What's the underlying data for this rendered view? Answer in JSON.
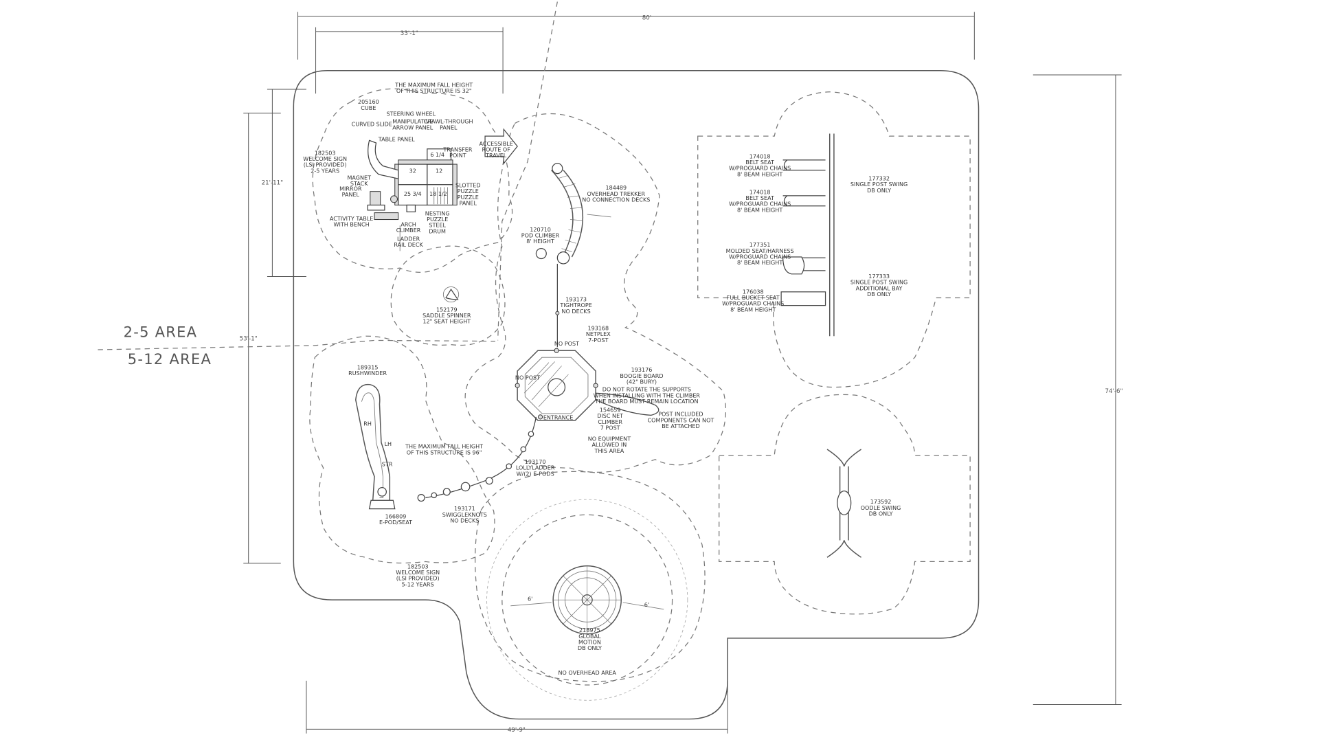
{
  "area_labels": {
    "upper": "2-5 AREA",
    "lower": "5-12 AREA"
  },
  "dimensions": {
    "overall_width": "80'",
    "top_left_width": "33'-1\"",
    "left_upper_height": "21'-11\"",
    "left_overall_height": "53'-1\"",
    "bottom_width": "49'-9\"",
    "right_height": "74'-6\""
  },
  "labels": {
    "fall_height_small": "THE MAXIMUM FALL HEIGHT\nOF THIS STRUCTURE IS 32\"",
    "cube": "205160\nCUBE",
    "steering_wheel": "STEERING WHEEL",
    "curved_slide": "CURVED SLIDE",
    "manipulative_arrow": "MANIPULATIVE\nARROW PANEL",
    "crawl_through": "CRAWL-THROUGH\nPANEL",
    "table_panel": "TABLE PANEL",
    "transfer_point": "TRANSFER\nPOINT",
    "welcome_sign_small": "182503\nWELCOME SIGN\n(LSI PROVIDED)\n2-5 YEARS",
    "magnet_stack": "MAGNET\nSTACK",
    "mirror_panel": "MIRROR\nPANEL",
    "slotted_puzzle": "SLOTTED\nPUZZLE",
    "puzzle_panel": "PUZZLE\nPANEL",
    "activity_table": "ACTIVITY TABLE\nWITH BENCH",
    "nesting_puzzle": "NESTING\nPUZZLE",
    "arch_climber": "ARCH\nCLIMBER",
    "steel_drum": "STEEL\nDRUM",
    "ladder_rail": "LADDER\nRAIL DECK",
    "accessible_route": "ACCESSIBLE\nROUTE OF\nTRAVEL",
    "deck_32": "32",
    "deck_12": "12",
    "deck_6_1_4": "6 1/4",
    "deck_25_3_4": "25 3/4",
    "deck_18_1_2": "18 1/2",
    "trekker": "184489\nOVERHEAD TREKKER\nNO CONNECTION DECKS",
    "pod_climber": "120710\nPOD CLIMBER\n8' HEIGHT",
    "saddle_spinner": "152179\nSADDLE SPINNER\n12\" SEAT HEIGHT",
    "tightrope": "193173\nTIGHTROPE\nNO DECKS",
    "netplex": "193168\nNETPLEX\n7-POST",
    "boogie_board": "193176\nBOOGIE BOARD\n(42\" BURY)",
    "disc_net": "154659\nDISC NET\nCLIMBER\n7 POST",
    "entrance": "ENTRANCE",
    "no_post_1": "NO POST",
    "no_post_2": "NO POST",
    "rushwinder": "189315\nRUSHWINDER",
    "fall_height_large": "THE MAXIMUM FALL HEIGHT\nOF THIS STRUCTURE IS 96\"",
    "lollyladder": "193170\nLOLLYLADDER\nW/(2) E-PODS",
    "e_pod_seat": "166809\nE-POD/SEAT",
    "swiggleknots": "193171\nSWIGGLEKNOTS\nNO DECKS",
    "welcome_sign_large": "182503\nWELCOME SIGN\n(LSI PROVIDED)\n5-12 YEARS",
    "slide_rh": "RH",
    "slide_lh": "LH",
    "slide_str": "STR",
    "no_equipment": "NO EQUIPMENT\nALLOWED IN\nTHIS AREA",
    "post_included": "POST INCLUDED\nCOMPONENTS CAN NOT\nBE ATTACHED",
    "rotate_note": "DO NOT ROTATE THE SUPPORTS\nWHEN INSTALLING WITH THE CLIMBER\nTHE BOARD MUST REMAIN LOCATION",
    "belt_seat_1": "174018\nBELT SEAT\nW/PROGUARD CHAINS\n8' BEAM HEIGHT",
    "belt_seat_2": "174018\nBELT SEAT\nW/PROGUARD CHAINS\n8' BEAM HEIGHT",
    "molded_seat": "177351\nMOLDED SEAT/HARNESS\nW/PROGUARD CHAINS\n8' BEAM HEIGHT",
    "bucket_seat": "176038\nFULL BUCKET SEAT\nW/PROGUARD CHAINS\n8' BEAM HEIGHT",
    "swing_db": "177332\nSINGLE POST SWING\nDB ONLY",
    "swing_add": "177333\nSINGLE POST SWING\nADDITIONAL BAY\nDB ONLY",
    "oodle_swing": "173592\nOODLE SWING\nDB ONLY",
    "global_motion": "218975\nGLOBAL\nMOTION\nDB ONLY",
    "dim_6_left": "6'",
    "dim_6_right": "6'",
    "overhead_area": "NO OVERHEAD AREA"
  },
  "colors": {
    "line": "#444444",
    "background": "#ffffff"
  }
}
